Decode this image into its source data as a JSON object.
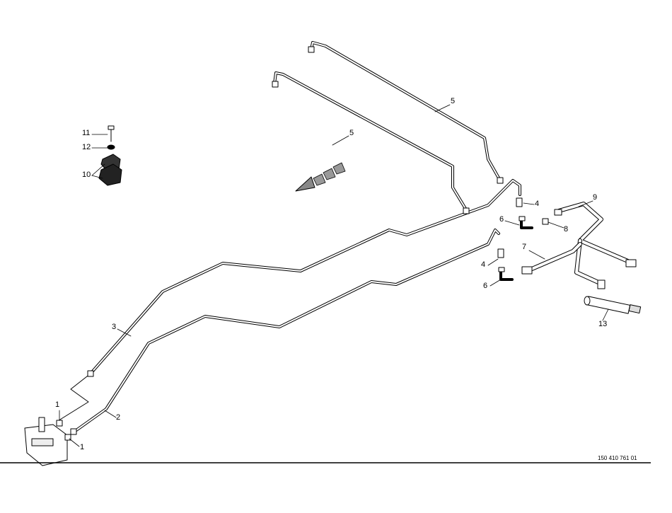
{
  "labels": {
    "l5a": "5",
    "l5b": "5",
    "l4a": "4",
    "l9": "9",
    "l6a": "6",
    "l8": "8",
    "l7": "7",
    "l4b": "4",
    "l6b": "6",
    "l13": "13",
    "l3": "3",
    "l2": "2",
    "l1a": "1",
    "l1b": "1",
    "l11": "11",
    "l12": "12",
    "l10": "10"
  },
  "drawing_number": "150 410 761 01"
}
